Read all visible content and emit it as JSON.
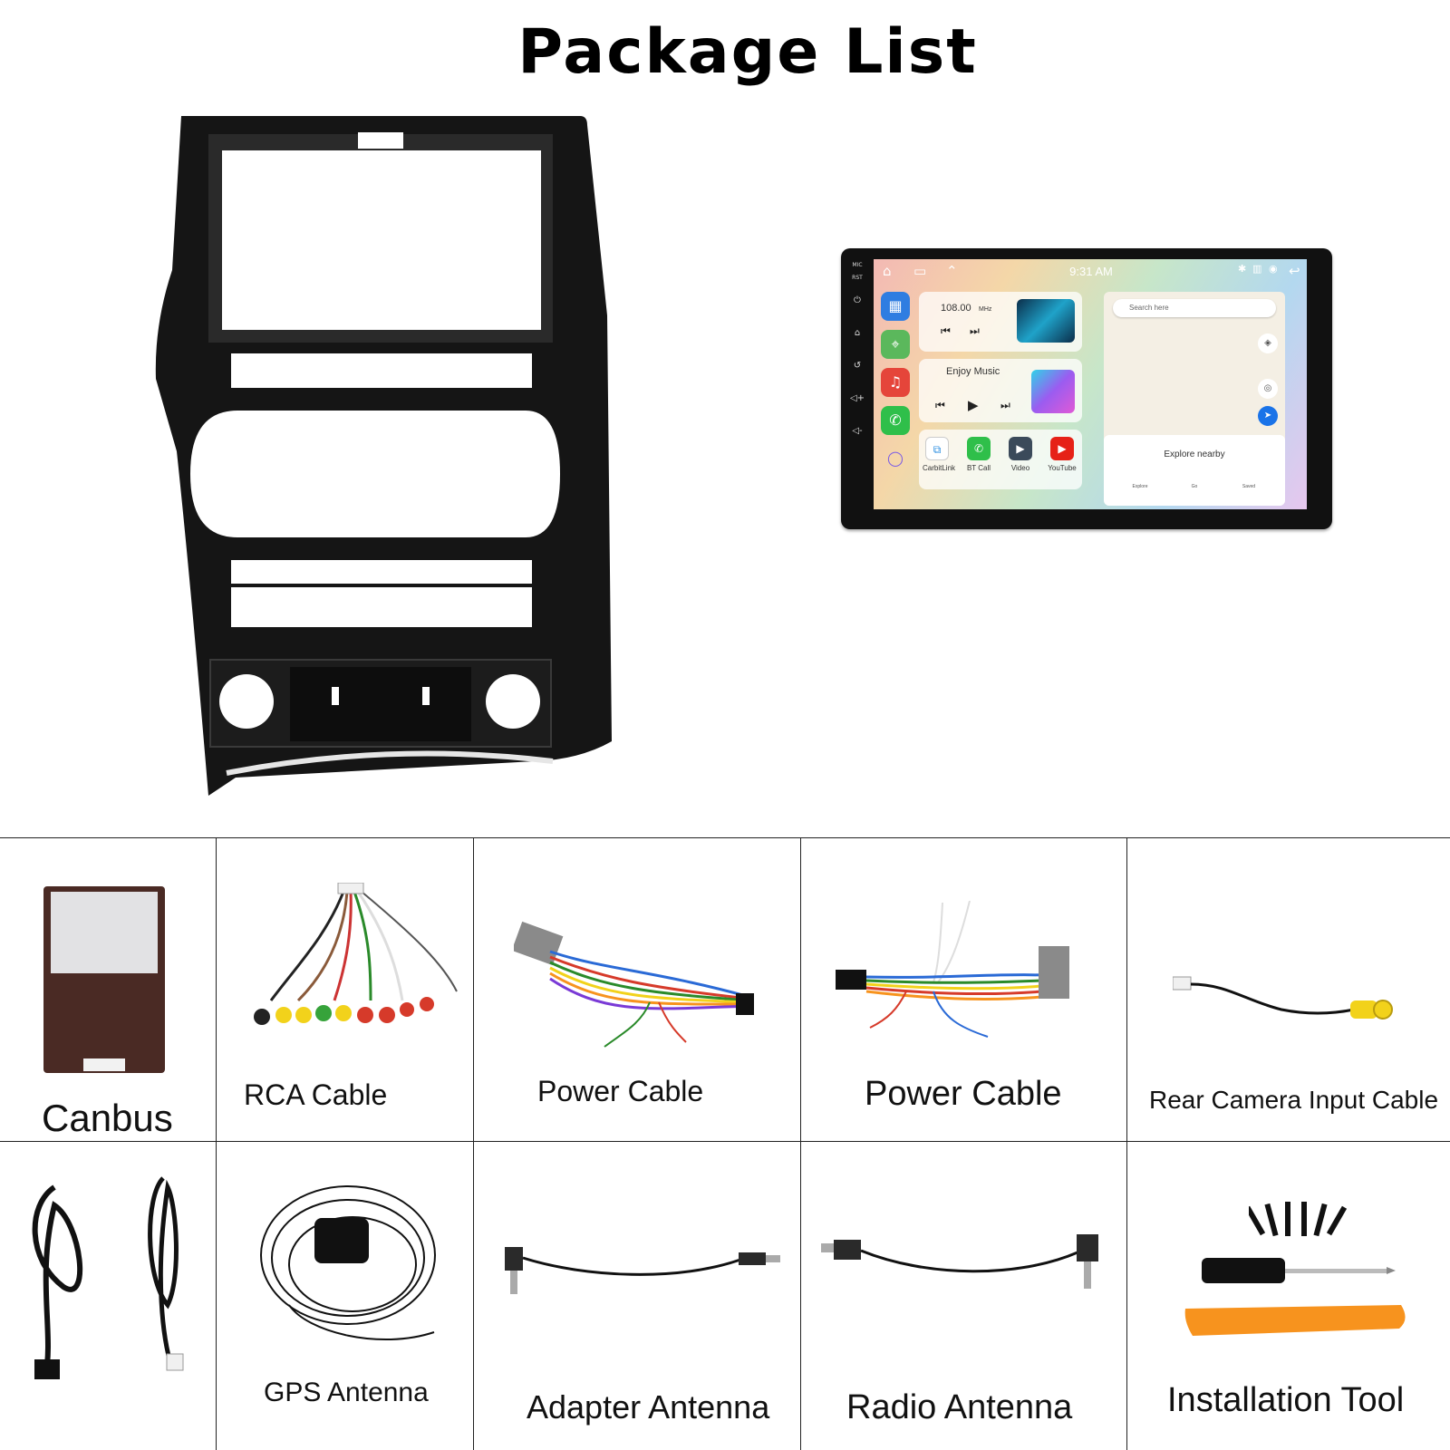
{
  "page": {
    "title": "Package List"
  },
  "head_unit": {
    "time": "9:31 AM",
    "side_buttons": {
      "mic": "MIC",
      "rst": "RST"
    },
    "radio": {
      "frequency": "108.00",
      "unit": "MHz"
    },
    "music": {
      "label": "Enjoy Music"
    },
    "apps": [
      "CarbitLink",
      "BT Call",
      "Video",
      "YouTube"
    ],
    "map": {
      "search_placeholder": "Search here",
      "explore_title": "Explore nearby",
      "tabs": [
        "Explore",
        "Go",
        "Saved"
      ]
    }
  },
  "items": [
    {
      "label": "Canbus"
    },
    {
      "label": "RCA Cable"
    },
    {
      "label": "Power Cable"
    },
    {
      "label": "Power Cable"
    },
    {
      "label": "Rear Camera Input Cable"
    },
    {
      "label": ""
    },
    {
      "label": "GPS Antenna"
    },
    {
      "label": "Adapter Antenna"
    },
    {
      "label": "Radio Antenna"
    },
    {
      "label": "Installation Tool"
    }
  ],
  "colors": {
    "frame": "#151515",
    "rca_yellow": "#f2d21b",
    "rca_red": "#d63a2a",
    "rca_green": "#36a33a",
    "pry_tool_orange": "#f7931e"
  }
}
